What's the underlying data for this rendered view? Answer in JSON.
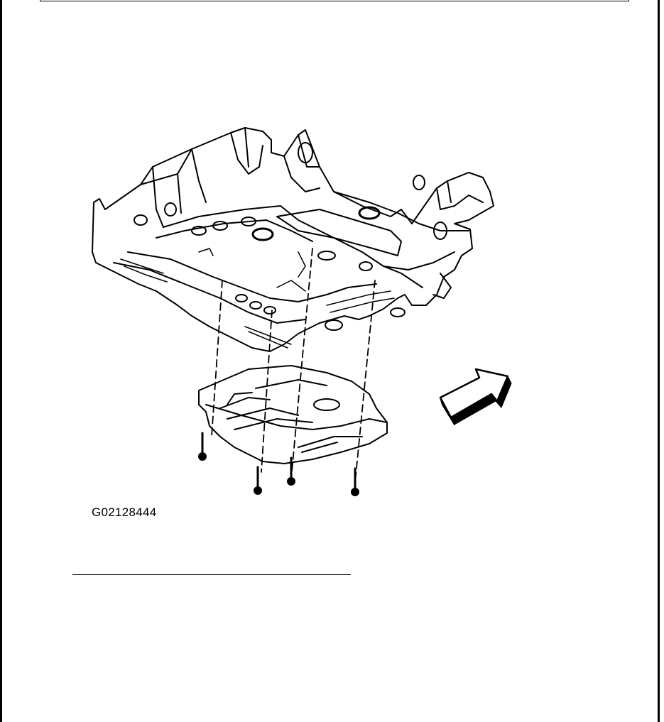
{
  "figure": {
    "id_label": "G02128444"
  },
  "icons": {
    "frame": "engine-cradle-illustration",
    "shield": "underbody-shield",
    "fasteners": "bolt-icon",
    "direction": "forward-arrow-icon"
  },
  "colors": {
    "ink": "#000000",
    "paper": "#ffffff"
  }
}
